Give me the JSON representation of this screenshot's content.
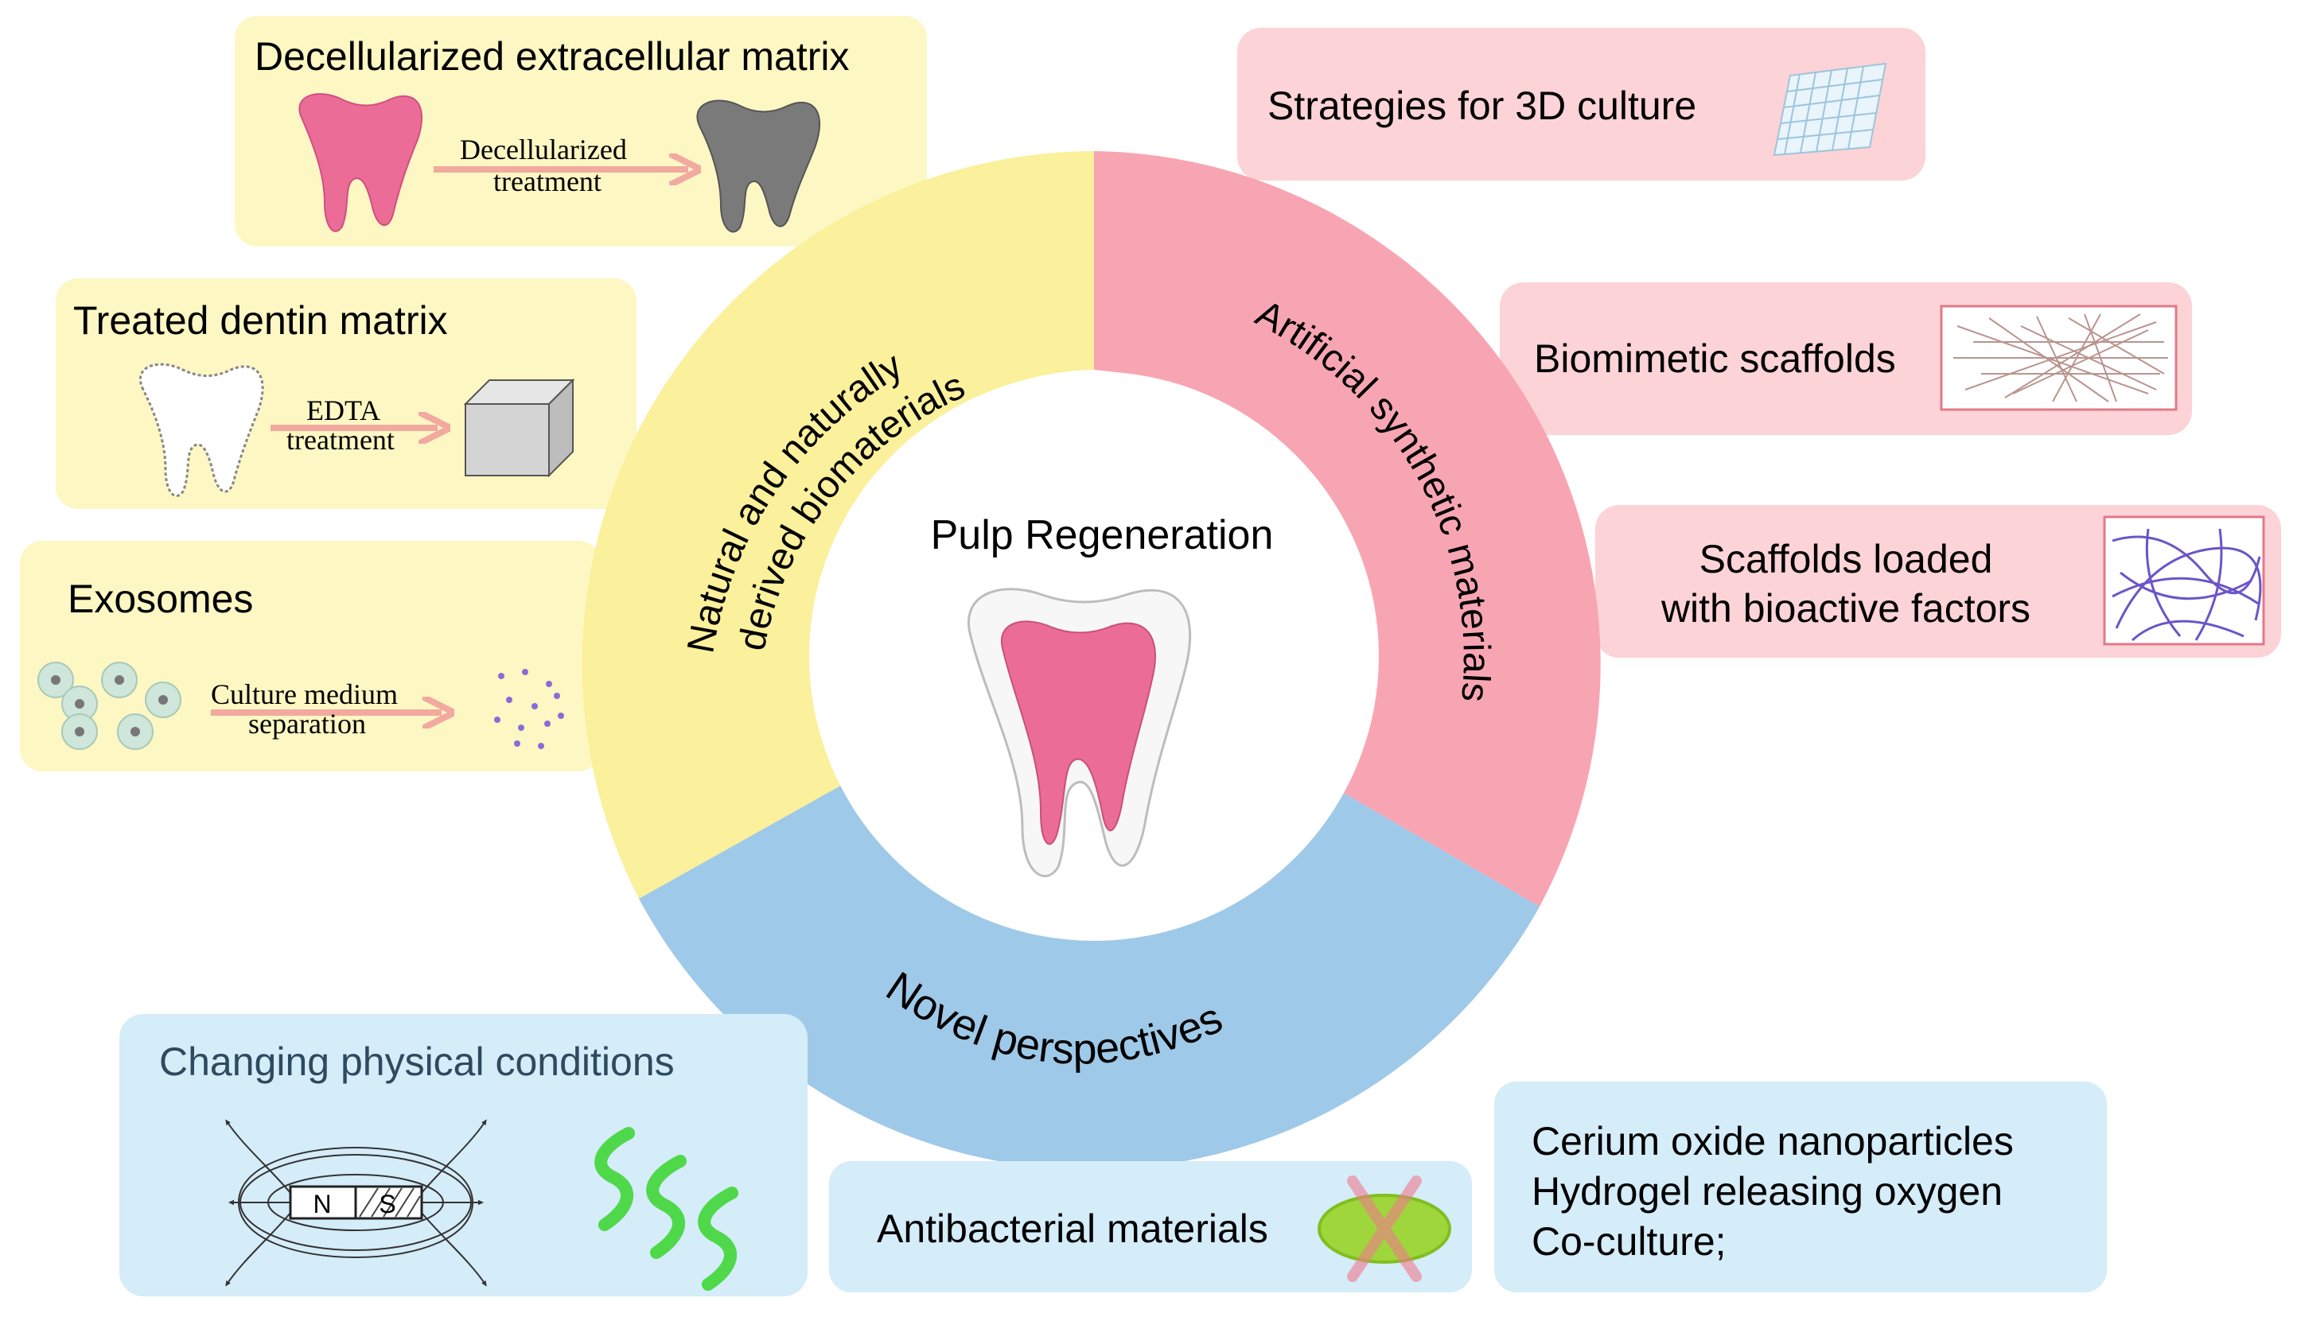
{
  "center": {
    "title": "Pulp Regeneration"
  },
  "ring": {
    "natural": {
      "line1": "Natural and naturally",
      "line2": "derived biomaterials",
      "color": "#fbf09b"
    },
    "artificial": {
      "label": "Artificial synthetic materials",
      "color": "#f8a5b3"
    },
    "novel": {
      "label": "Novel perspectives",
      "color": "#9fc9e8"
    }
  },
  "natural_boxes": {
    "decellularized": {
      "title": "Decellularized extracellular matrix",
      "arrow_line1": "Decellularized",
      "arrow_line2": "treatment"
    },
    "dentin": {
      "title": "Treated dentin matrix",
      "arrow_line1": "EDTA",
      "arrow_line2": "treatment"
    },
    "exosomes": {
      "title": "Exosomes",
      "arrow_line1": "Culture medium",
      "arrow_line2": "separation"
    }
  },
  "artificial_boxes": {
    "strategies": "Strategies for 3D culture",
    "biomimetic": "Biomimetic scaffolds",
    "loaded_line1": "Scaffolds loaded",
    "loaded_line2": "with bioactive factors"
  },
  "novel_boxes": {
    "physical": {
      "title": "Changing physical conditions",
      "magnet_n": "N",
      "magnet_s": "S"
    },
    "antibacterial": "Antibacterial materials",
    "list": [
      "Cerium oxide nanoparticles",
      "Hydrogel releasing oxygen",
      "Co-culture;"
    ]
  },
  "colors": {
    "yellow_box": "#fdf7c3",
    "pink_box": "#fcd3d6",
    "blue_box": "#d5ecf9",
    "tooth_pink": "#ec6c98",
    "tooth_gray": "#7a7a7a",
    "arrow": "#f2a9a0"
  }
}
